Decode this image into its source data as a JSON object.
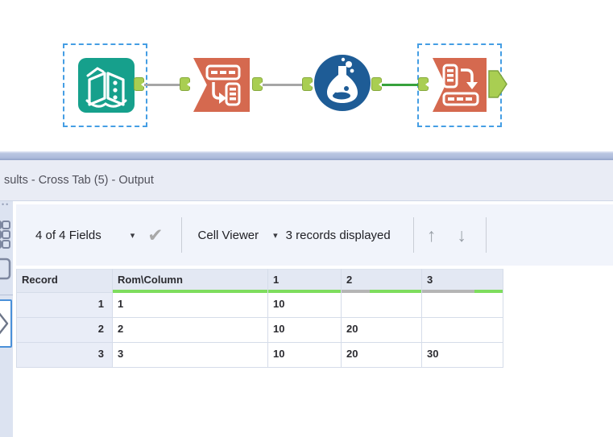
{
  "workflow": {
    "tools": [
      {
        "icon": "text-input-icon",
        "selected": true
      },
      {
        "icon": "transpose-icon",
        "selected": false
      },
      {
        "icon": "formula-icon",
        "selected": false
      },
      {
        "icon": "cross-tab-icon",
        "selected": true
      }
    ],
    "connections": [
      {
        "from": "text-input",
        "to": "transpose",
        "color": "gray"
      },
      {
        "from": "transpose",
        "to": "formula",
        "color": "gray"
      },
      {
        "from": "formula",
        "to": "cross-tab",
        "color": "green"
      }
    ]
  },
  "results": {
    "title": "sults - Cross Tab (5) - Output",
    "toolbar": {
      "fields_label": "4 of 4 Fields",
      "caret_icon": "▾",
      "check_icon": "✔",
      "cell_viewer_label": "Cell Viewer",
      "records_label": "3 records displayed",
      "up_icon": "↑",
      "down_icon": "↓"
    },
    "table": {
      "columns": [
        "Record",
        "Rom\\Column",
        "1",
        "2",
        "3"
      ],
      "rows": [
        [
          "1",
          "1",
          "10",
          "",
          ""
        ],
        [
          "2",
          "2",
          "10",
          "20",
          ""
        ],
        [
          "3",
          "3",
          "10",
          "20",
          "30"
        ]
      ],
      "quality_bars": [
        null,
        "green 100%",
        "green 100%",
        "gray 35% / green 65%",
        "gray 65% / green 35%"
      ]
    }
  },
  "colors": {
    "tool_teal": "#16a08c",
    "tool_orange": "#d5694f",
    "tool_blue": "#1e5c96",
    "anchor_green": "#a9ce52",
    "connection_green": "#37a23c",
    "connection_gray": "#a6a6a6",
    "selection_blue": "#459ee4",
    "quality_green": "#7edd5d",
    "quality_gray": "#b5b5b5"
  }
}
